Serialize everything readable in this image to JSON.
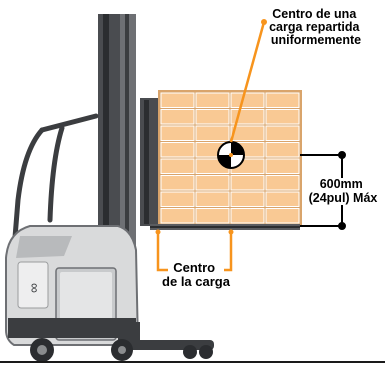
{
  "diagram": {
    "callout_center_uniform_load": [
      "Centro de una",
      "carga repartida",
      "uniformemente"
    ],
    "callout_load_center": [
      "Centro",
      "de la carga"
    ],
    "dimension_value": "600mm",
    "dimension_value_imperial": "(24pul) Máx",
    "machine_badge": "∞",
    "colors": {
      "accent": "#f7941d",
      "box_fill": "#f9c994",
      "box_stroke": "#d9a46b",
      "truck_gray": "#d9dadb",
      "truck_dark": "#3b3d40",
      "mast": "#5a5c60"
    },
    "load_grid": {
      "rows": 8,
      "columns": 4
    }
  }
}
